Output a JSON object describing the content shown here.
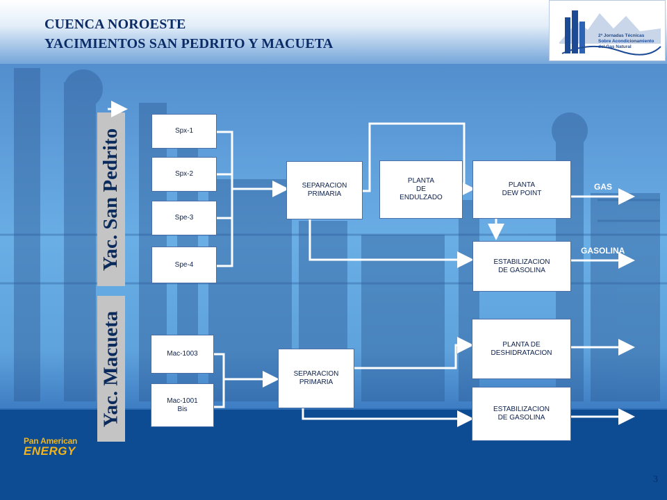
{
  "header": {
    "title_line1": "CUENCA NOROESTE",
    "title_line2": "YACIMIENTOS SAN PEDRITO Y MACUETA"
  },
  "logo": {
    "line1": "2ª Jornadas Técnicas",
    "line2": "Sobre Acondicionamiento",
    "line3": "del Gas Natural"
  },
  "sections": {
    "san_pedrito": "Yac. San Pedrito",
    "macueta": "Yac. Macueta"
  },
  "wells": {
    "spx1": "Spx-1",
    "spx2": "Spx-2",
    "spe3": "Spe-3",
    "spe4": "Spe-4",
    "mac1003": "Mac-1003",
    "mac1001": "Mac-1001\nBis"
  },
  "units": {
    "sep_primaria_sp": "SEPARACION\nPRIMARIA",
    "planta_endulzado": "PLANTA\nDE\nENDULZADO",
    "planta_dew_point": "PLANTA\nDEW POINT",
    "estab_gasolina_sp": "ESTABILIZACION\nDE GASOLINA",
    "sep_primaria_mac": "SEPARACION\nPRIMARIA",
    "planta_deshidratacion": "PLANTA DE\nDESHIDRATACION",
    "estab_gasolina_mac": "ESTABILIZACION\nDE GASOLINA"
  },
  "outputs": {
    "gas": "GAS",
    "gasolina": "GASOLINA"
  },
  "footer": {
    "brand_line1": "Pan American",
    "brand_line2": "ENERGY",
    "page_number": "3"
  },
  "colors": {
    "flow_line": "#ffffff",
    "box_border": "#4a6ea8",
    "title": "#0a2b66",
    "brand": "#f2b419"
  }
}
